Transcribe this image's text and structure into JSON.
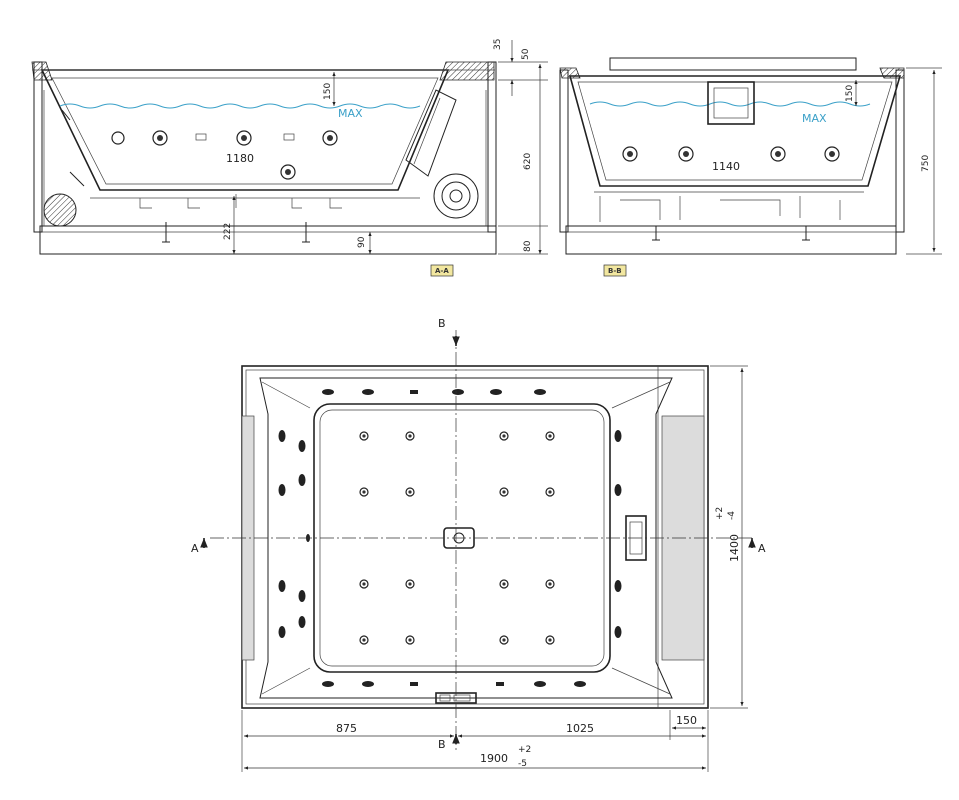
{
  "sections": {
    "aa": {
      "label": "A-A",
      "max": "MAX",
      "dims": {
        "d35": "35",
        "d50": "50",
        "d150": "150",
        "d620": "620",
        "d1180": "1180",
        "d222": "222",
        "d90": "90",
        "d80": "80"
      }
    },
    "bb": {
      "label": "B-B",
      "max": "MAX",
      "dims": {
        "d150": "150",
        "d1140": "1140",
        "d750": "750"
      }
    }
  },
  "plan": {
    "cut_b_top": "B",
    "cut_b_bottom": "B",
    "cut_a_left": "A",
    "cut_a_right": "A",
    "dims": {
      "d875": "875",
      "d1025": "1025",
      "d150": "150",
      "d1900": "1900",
      "d1900_tol_plus": "+2",
      "d1900_tol_minus": "-5",
      "d1400": "1400",
      "d1400_tol_plus": "+2",
      "d1400_tol_minus": "-4"
    }
  },
  "colors": {
    "line": "#222222",
    "water": "#3aa0c8",
    "tag_fill": "#f2e7a0",
    "panel": "#dcdcdc"
  }
}
